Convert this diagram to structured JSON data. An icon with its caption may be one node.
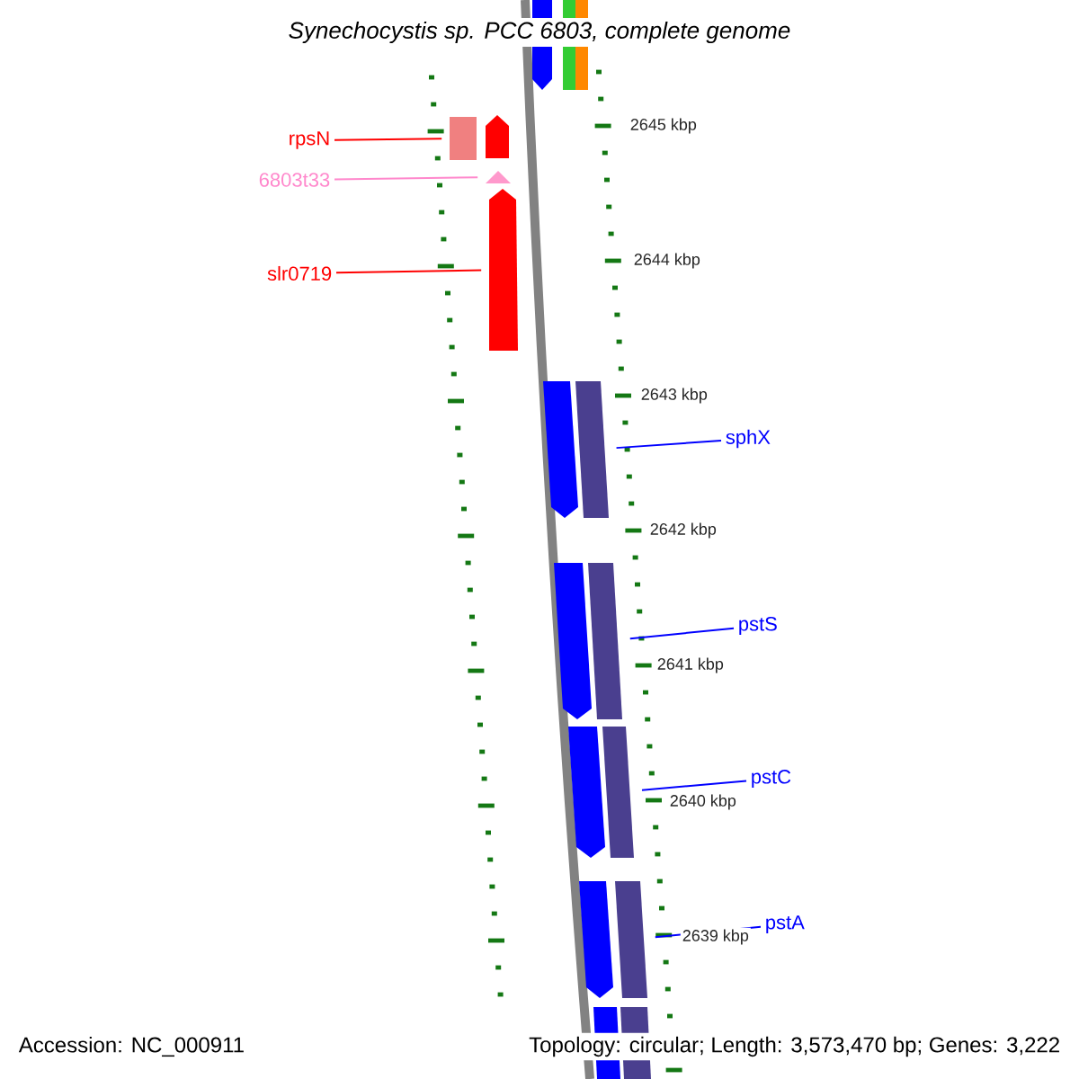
{
  "diagram": {
    "title": "*Synechocystis* sp. PCC 6803, complete genome",
    "nodes": [
      {
        "text": [
          "rpsN"
        ]
      },
      {
        "text": [
          "6803t33"
        ]
      },
      {
        "text": [
          "slr0719"
        ]
      },
      {
        "text": [
          "sphX"
        ]
      },
      {
        "text": [
          "pstS"
        ]
      },
      {
        "text": [
          "pstC"
        ]
      },
      {
        "text": [
          "pstA"
        ]
      },
      {
        "text": [],
        "shape": "pentagon"
      },
      {
        "text": [],
        "shape": "bar"
      },
      {
        "text": [],
        "shape": "bar"
      },
      {
        "text": [],
        "shape": "box"
      },
      {
        "text": [],
        "shape": "pentagon"
      },
      {
        "text": [],
        "shape": "triangle"
      },
      {
        "text": [],
        "shape": "pentagon"
      },
      {
        "text": [],
        "shape": "pentagon"
      },
      {
        "text": [],
        "shape": "bar"
      },
      {
        "text": [],
        "shape": "pentagon"
      },
      {
        "text": [],
        "shape": "bar"
      },
      {
        "text": [],
        "shape": "pentagon"
      },
      {
        "text": [],
        "shape": "bar"
      },
      {
        "text": [],
        "shape": "pentagon"
      },
      {
        "text": [],
        "shape": "bar"
      },
      {
        "text": [],
        "shape": "bar"
      },
      {
        "text": [],
        "shape": "bar"
      }
    ],
    "edges": [
      {
        "from": 0,
        "to": 10,
        "arrow": "none",
        "color": "#ff0000"
      },
      {
        "from": 1,
        "to": 12,
        "arrow": "none",
        "color": "#ff88cc"
      },
      {
        "from": 2,
        "to": 13,
        "arrow": "none",
        "color": "#ff0000"
      },
      {
        "from": 3,
        "to": 15,
        "arrow": "none"
      },
      {
        "from": 4,
        "to": 17,
        "arrow": "none"
      },
      {
        "from": 5,
        "to": 19,
        "arrow": "none"
      },
      {
        "from": 6,
        "to": 21,
        "arrow": "none"
      }
    ],
    "labels": [
      "2645 kbp",
      "2644 kbp",
      "2643 kbp",
      "2642 kbp",
      "2641 kbp",
      "2640 kbp",
      "2639 kbp",
      "Accession: NC_000911",
      "Topology: circular; Length: 3,573,470 bp; Genes: 3,222"
    ]
  }
}
